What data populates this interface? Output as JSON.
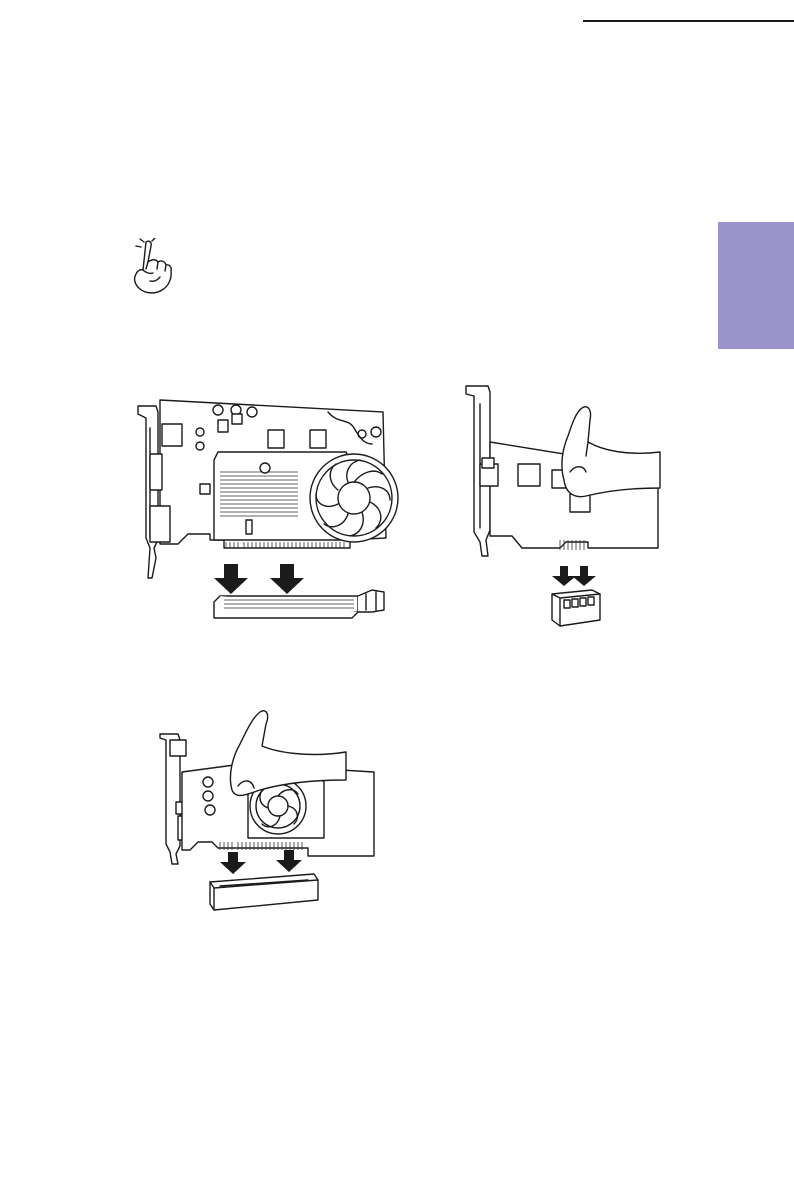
{
  "page": {
    "background": "#ffffff",
    "tab_color": "#9b94cc",
    "rule_color": "#1a1a1a"
  },
  "icons": {
    "note": "pointing-hand-icon"
  },
  "figures": [
    {
      "name": "pcie-x16-card-insertion",
      "card": "graphics-card-with-fan",
      "slot": "pcie-x16-slot"
    },
    {
      "name": "pcie-x1-card-insertion",
      "card": "expansion-card",
      "slot": "pcie-x1-slot"
    },
    {
      "name": "low-profile-card-insertion",
      "card": "graphics-card-with-fan",
      "slot": "pcie-x16-slot"
    }
  ]
}
